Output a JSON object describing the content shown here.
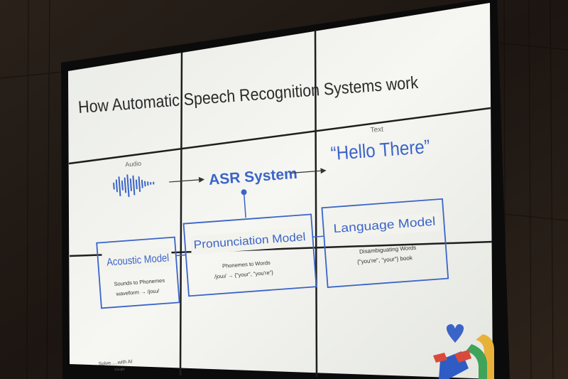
{
  "slide": {
    "title": "How Automatic Speech Recognition Systems work",
    "audio_label": "Audio",
    "text_label": "Text",
    "asr_label": "ASR System",
    "output_text": "“Hello There”",
    "models": [
      {
        "name": "Acoustic Model",
        "desc_line1": "Sounds to Phonemes",
        "desc_line2": "waveform → /jouɹ/"
      },
      {
        "name": "Pronunciation Model",
        "desc_line1": "Phonemes to Words",
        "desc_line2": "/jouɹ/ → {\"your\", \"you're\"}"
      },
      {
        "name": "Language Model",
        "desc_line1": "Disambiguating Words",
        "desc_line2": "{\"you're\", \"your\"} book"
      }
    ],
    "footer_brand": "Solve.....with AI",
    "footer_sub": "Google"
  },
  "colors": {
    "accent": "#3a64c8",
    "title": "#2a2a2a",
    "wall": "#1a1410",
    "screen": "#f3f3ee"
  }
}
